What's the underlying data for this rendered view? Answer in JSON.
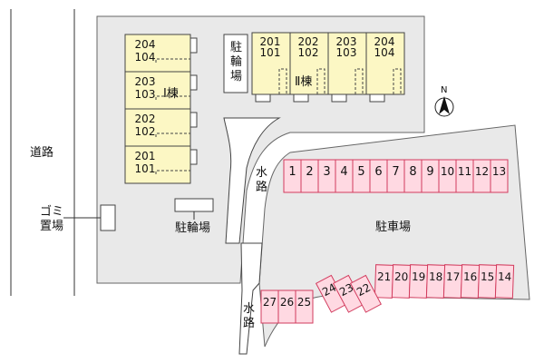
{
  "labels": {
    "road": "道路",
    "garbage": "ゴミ置場",
    "waterway": "水路",
    "bike_parking": "駐輪場",
    "parking_lot": "駐車場",
    "building_1": "Ⅰ棟",
    "building_2": "Ⅱ棟",
    "north": "N"
  },
  "building_1_units": [
    {
      "upper": "204",
      "lower": "104"
    },
    {
      "upper": "203",
      "lower": "103"
    },
    {
      "upper": "202",
      "lower": "102"
    },
    {
      "upper": "201",
      "lower": "101"
    }
  ],
  "building_2_units": [
    {
      "upper": "201",
      "lower": "101"
    },
    {
      "upper": "202",
      "lower": "102"
    },
    {
      "upper": "203",
      "lower": "103"
    },
    {
      "upper": "204",
      "lower": "104"
    }
  ],
  "parking_spaces": {
    "top_row": [
      "1",
      "2",
      "3",
      "4",
      "5",
      "6",
      "7",
      "8",
      "9",
      "10",
      "11",
      "12",
      "13"
    ],
    "right_lower_row": [
      "21",
      "20",
      "19",
      "18",
      "17",
      "16",
      "15",
      "14"
    ],
    "diagonal_row": [
      "24",
      "23",
      "22"
    ],
    "left_lower_row": [
      "27",
      "26",
      "25"
    ]
  },
  "colors": {
    "lot": "#e9e9e9",
    "unit": "#fcf7c4",
    "parking_fill": "#ffd9e2",
    "parking_stroke": "#d23c5e"
  }
}
